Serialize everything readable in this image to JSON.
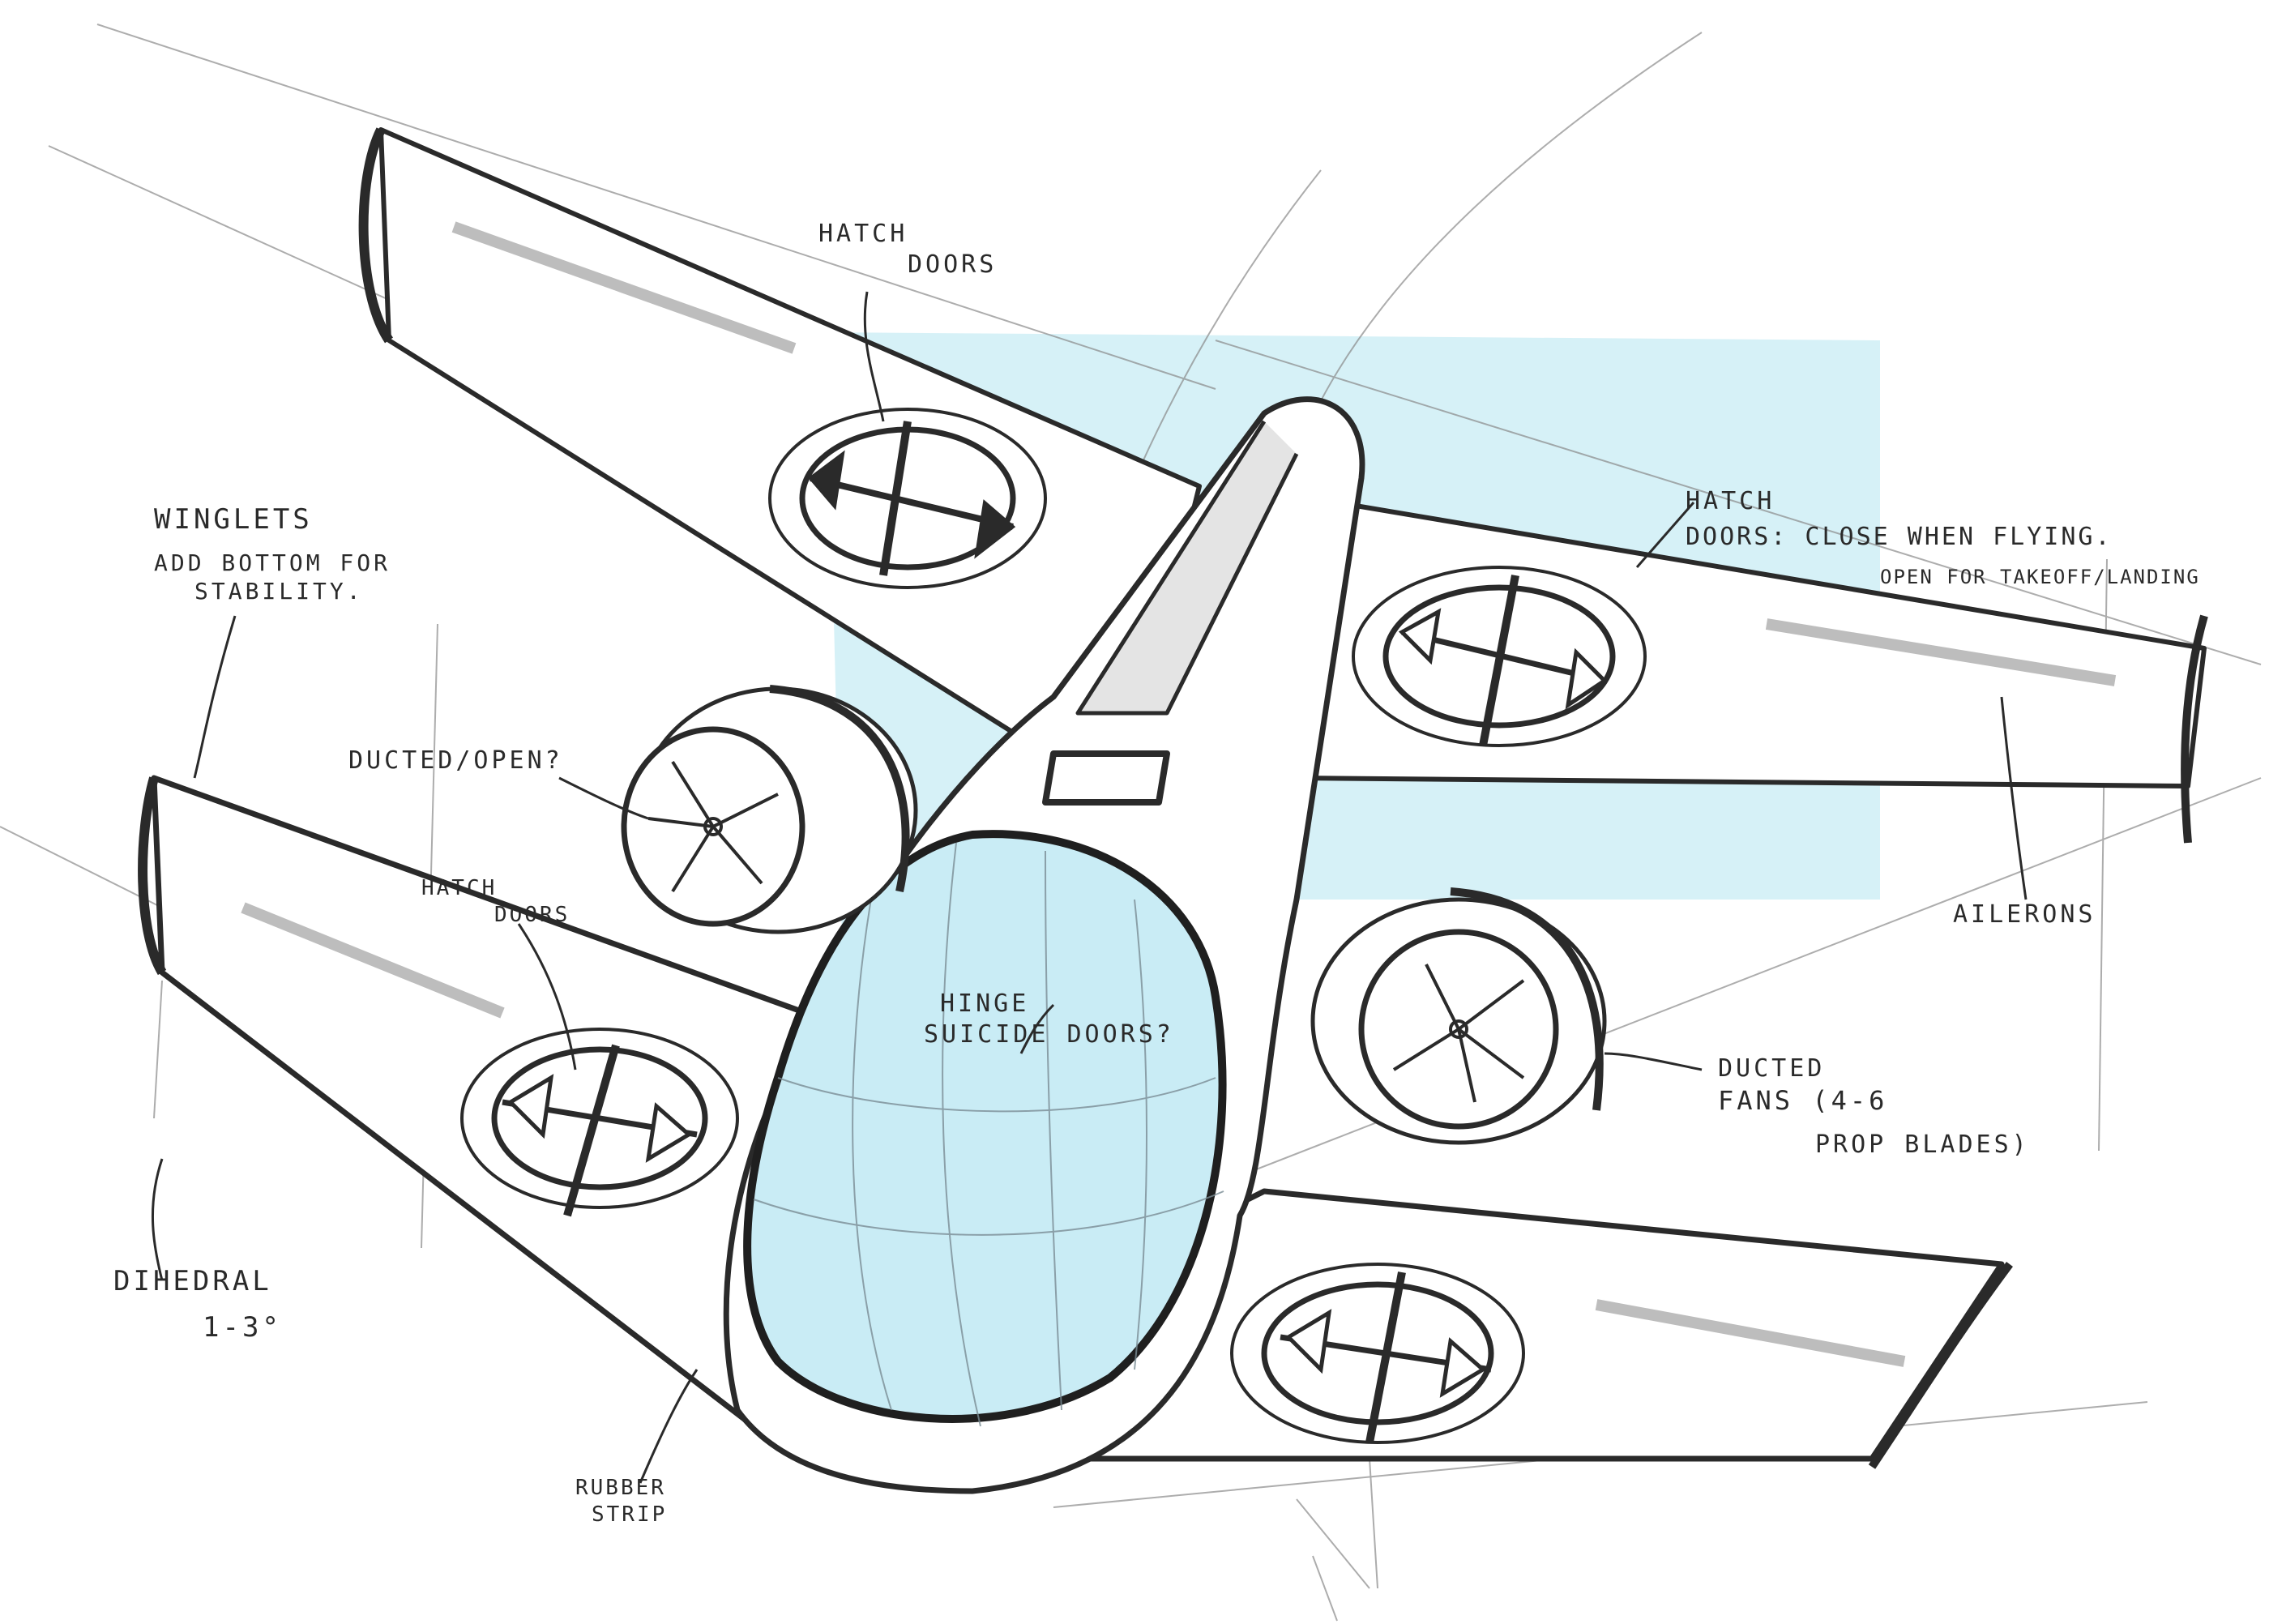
{
  "annotations": {
    "hatch_doors_top": {
      "line1": "HATCH",
      "line2": "DOORS"
    },
    "winglets": {
      "line1": "WINGLETS",
      "line2": "ADD BOTTOM FOR",
      "line3": "STABILITY."
    },
    "hatch_doors_right": {
      "line1": "HATCH",
      "line2": "DOORS: CLOSE WHEN FLYING.",
      "line3": "OPEN FOR TAKEOFF/LANDING"
    },
    "ducted_open": {
      "line1": "DUCTED/OPEN?"
    },
    "hatch_doors_left": {
      "line1": "HATCH",
      "line2": "DOORS"
    },
    "hinge": {
      "line1": "HINGE",
      "line2": "SUICIDE DOORS?"
    },
    "ailerons": {
      "line1": "AILERONS"
    },
    "ducted_fans": {
      "line1": "DUCTED",
      "line2": "FANS (4-6",
      "line3": "PROP BLADES)"
    },
    "dihedral": {
      "line1": "DIHEDRAL",
      "line2": "1-3°"
    },
    "rubber_strip": {
      "line1": "RUBBER",
      "line2": "STRIP"
    }
  },
  "colors": {
    "ink": "#2a2a2a",
    "canopy_fill": "#c9ecf5",
    "sky_block": "#cfeef6",
    "shadow_grey": "#b9b9b9"
  }
}
